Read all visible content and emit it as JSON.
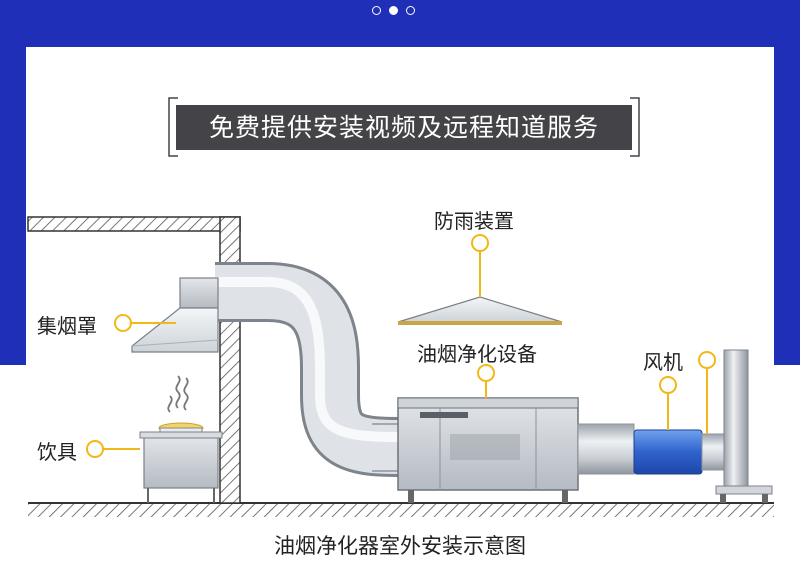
{
  "pager": {
    "count": 3,
    "active_index": 1
  },
  "banner": {
    "title": "免费提供安装视频及远程知道服务"
  },
  "labels": {
    "rain_cover": "防雨装置",
    "hood": "集烟罩",
    "purifier": "油烟净化设备",
    "fan": "风机",
    "stove": "饮具"
  },
  "caption": "油烟净化器室外安装示意图",
  "colors": {
    "background_blue": "#1f2fb8",
    "banner_bg": "#444448",
    "callout": "#f2b817",
    "fan_blue": "#3a72d8"
  }
}
